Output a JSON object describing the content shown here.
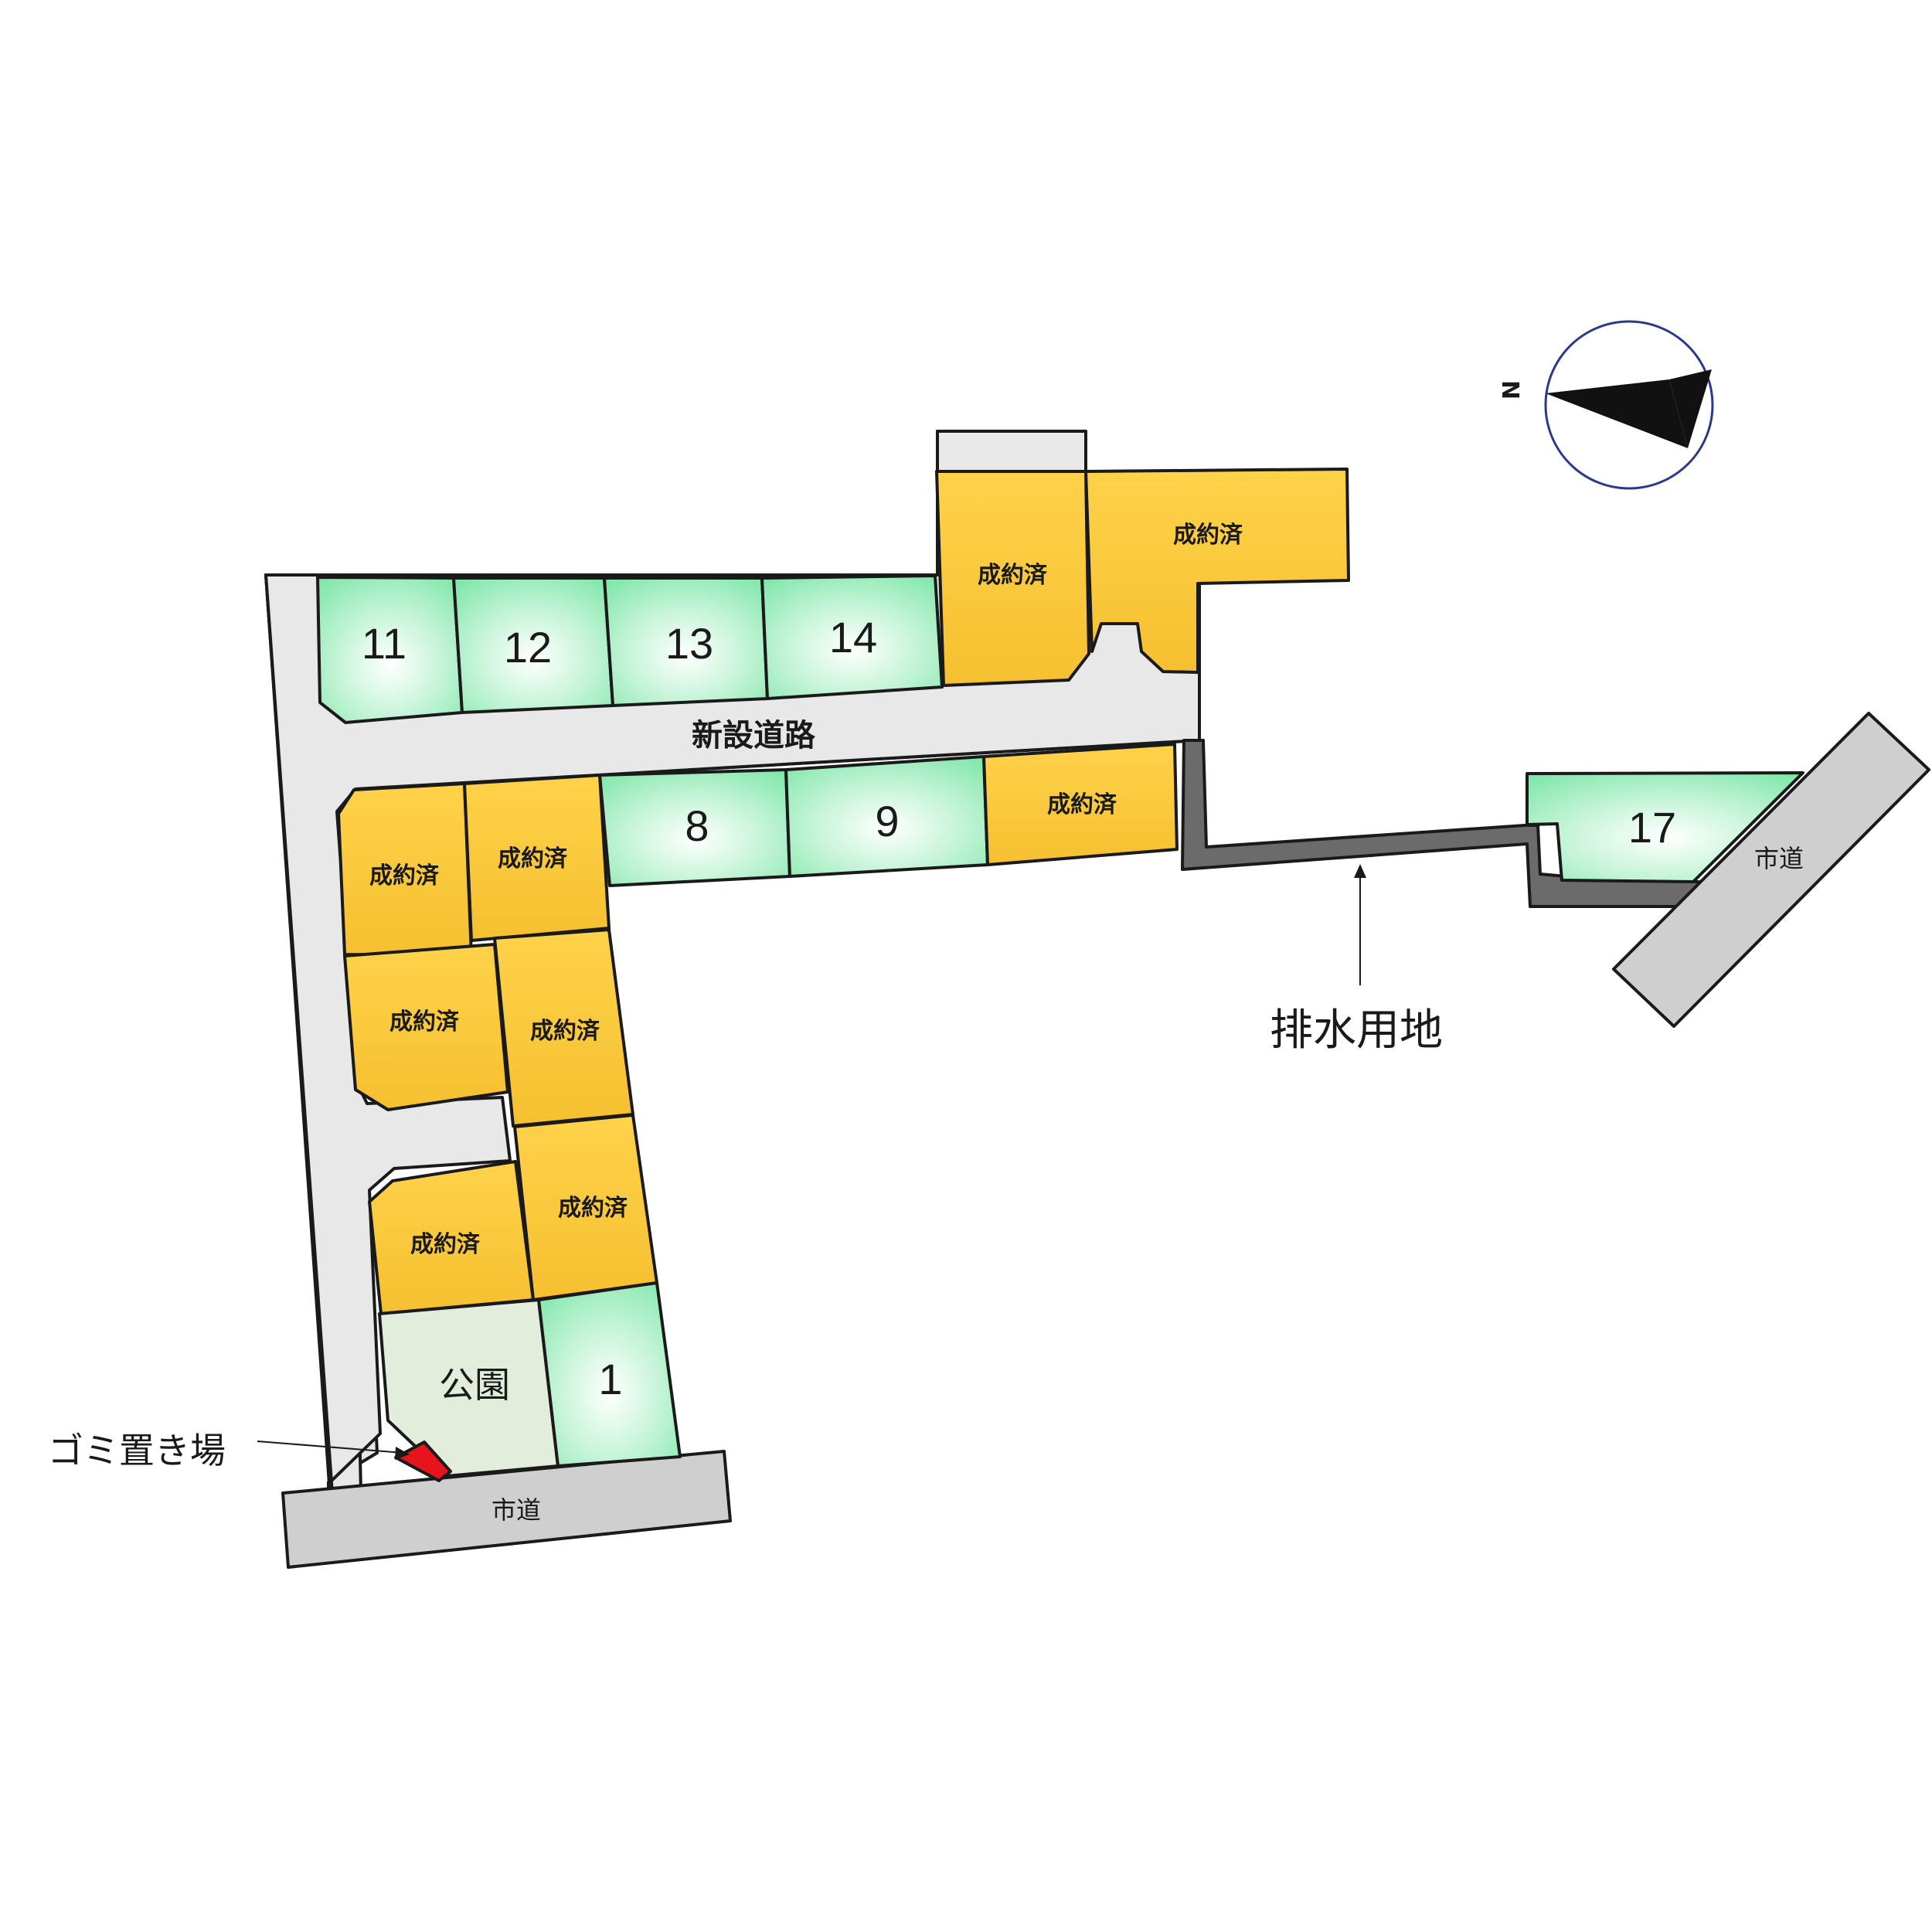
{
  "colors": {
    "sold_top": "#ffd24a",
    "sold_bottom": "#f5c030",
    "avail_center": "#ffffff",
    "avail_edge": "#7ee6a8",
    "park": "#e2eedb",
    "road": "#e8e8e8",
    "city_road": "#cfcfcf",
    "drain": "#6b6b6b",
    "trash": "#e8141b"
  },
  "labels": {
    "new_road": "新設道路",
    "city_road_bottom": "市道",
    "city_road_right": "市道",
    "drainage": "排水用地",
    "trash_area": "ゴミ置き場",
    "park": "公園",
    "sold": "成約済",
    "north": "N"
  },
  "lots": [
    {
      "id": "11",
      "status": "available",
      "label": "11"
    },
    {
      "id": "12",
      "status": "available",
      "label": "12"
    },
    {
      "id": "13",
      "status": "available",
      "label": "13"
    },
    {
      "id": "14",
      "status": "available",
      "label": "14"
    },
    {
      "id": "15",
      "status": "sold",
      "label": "成約済"
    },
    {
      "id": "16",
      "status": "sold",
      "label": "成約済"
    },
    {
      "id": "8",
      "status": "available",
      "label": "8"
    },
    {
      "id": "9",
      "status": "available",
      "label": "9"
    },
    {
      "id": "10",
      "status": "sold",
      "label": "成約済"
    },
    {
      "id": "7a",
      "status": "sold",
      "label": "成約済"
    },
    {
      "id": "7b",
      "status": "sold",
      "label": "成約済"
    },
    {
      "id": "6a",
      "status": "sold",
      "label": "成約済"
    },
    {
      "id": "6b",
      "status": "sold",
      "label": "成約済"
    },
    {
      "id": "4",
      "status": "sold",
      "label": "成約済"
    },
    {
      "id": "3",
      "status": "sold",
      "label": "成約済"
    },
    {
      "id": "1",
      "status": "available",
      "label": "1"
    },
    {
      "id": "17",
      "status": "available",
      "label": "17"
    }
  ]
}
